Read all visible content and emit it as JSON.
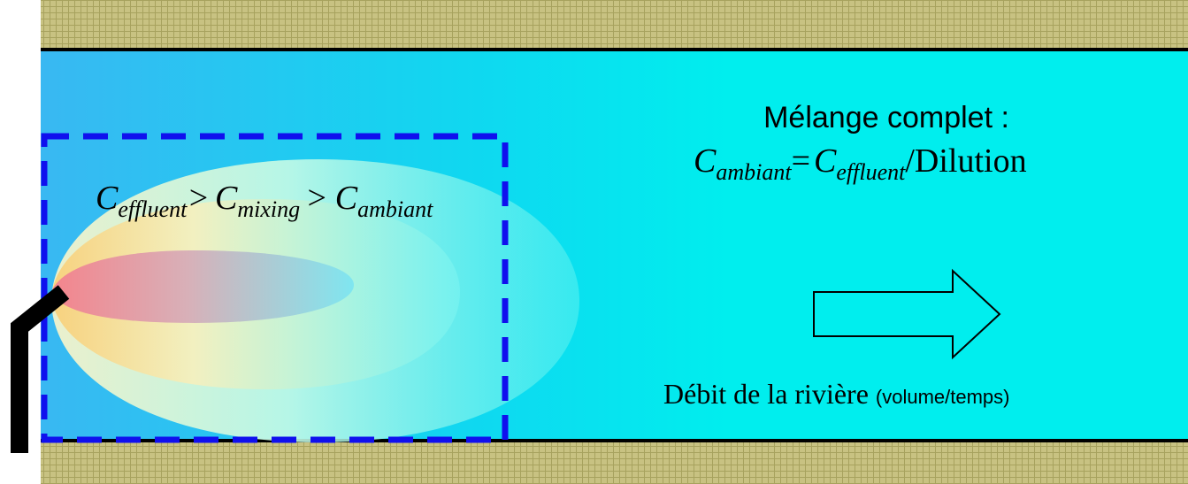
{
  "colors": {
    "bank_fill": "#c8c282",
    "bank_grid": "#a7a25e",
    "water": "#00eeee",
    "water_left": "#39b8f2",
    "plume_core": "#f4848c",
    "plume_mid": "#f4c078",
    "mixing_zone_border": "#1010ee",
    "pipe": "#000000"
  },
  "mixing_zone": {
    "c_effluent": "C",
    "effluent_sub": "effluent",
    "gt1": ">",
    "c_mixing": "C",
    "mixing_sub": "mixing",
    "gt2": ">",
    "c_ambiant": "C",
    "ambiant_sub": "ambiant"
  },
  "complete_mixing": {
    "title": "Mélange complet :",
    "c_ambiant": "C",
    "ambiant_sub": "ambiant",
    "equals": "=",
    "c_effluent": "C",
    "effluent_sub": "effluent",
    "dilution": "/Dilution"
  },
  "flow": {
    "arrow_icon": "right-arrow-icon",
    "label": "Débit de la rivière",
    "units": "(volume/temps)"
  }
}
